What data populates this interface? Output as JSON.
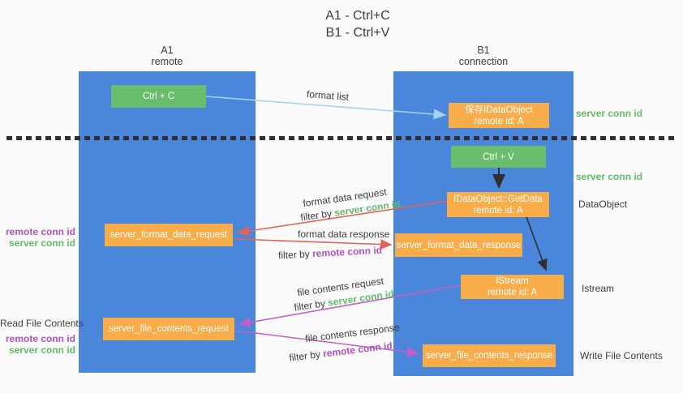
{
  "title": {
    "line1": "A1 - Ctrl+C",
    "line2": "B1 - Ctrl+V"
  },
  "lanes": {
    "left": {
      "name": "A1",
      "role": "remote"
    },
    "right": {
      "name": "B1",
      "role": "connection"
    }
  },
  "nodes": {
    "ctrl_c": {
      "label": "Ctrl + C"
    },
    "ctrl_v": {
      "label": "Ctrl + V"
    },
    "save_dataobject": {
      "line1": "保存IDataObject",
      "line2": "remote id: A"
    },
    "getdata": {
      "line1": "IDataObject::GetData",
      "line2": "remote id: A"
    },
    "istream": {
      "line1": "IStream",
      "line2": "remote id: A"
    },
    "format_request": {
      "label": "server_format_data_request"
    },
    "format_response": {
      "label": "server_format_data_response"
    },
    "file_request": {
      "label": "server_file_contents_request"
    },
    "file_response": {
      "label": "server_file_contents_response"
    }
  },
  "arrow_labels": {
    "format_list": "format list",
    "format_data_request": "format data request",
    "format_data_request_filter_prefix": "filter by ",
    "format_data_request_filter_key": "server conn id",
    "format_data_response": "format data response",
    "format_data_response_filter_prefix": "filter by ",
    "format_data_response_filter_key": "remote conn id",
    "file_contents_request": "file contents request",
    "file_contents_request_filter_prefix": "filter by ",
    "file_contents_request_filter_key": "server conn id",
    "file_contents_response": "file contents response",
    "file_contents_response_filter_prefix": "filter by ",
    "file_contents_response_filter_key": "remote conn id"
  },
  "side_labels": {
    "right_server_conn_id_top": "server conn id",
    "right_server_conn_id_mid": "server conn id",
    "right_dataobject": "DataObject",
    "right_istream": "Istream",
    "right_write_file_contents": "Write File Contents",
    "left_remote_conn_id_1": "remote conn id",
    "left_server_conn_id_1": "server conn id",
    "left_read_file_contents": "Read File Contents",
    "left_remote_conn_id_2": "remote conn id",
    "left_server_conn_id_2": "server conn id"
  },
  "colors": {
    "lane_blue": "#4a86d9",
    "action_green": "#69bd6c",
    "node_orange": "#f8ad4a",
    "green_text": "#62bd67",
    "purple_text": "#b052c0",
    "red_arrow": "#e56353",
    "purple_arrow": "#c060c8",
    "lightblue_arrow": "#a3d3f2",
    "black_arrow": "#2f2f2f"
  }
}
